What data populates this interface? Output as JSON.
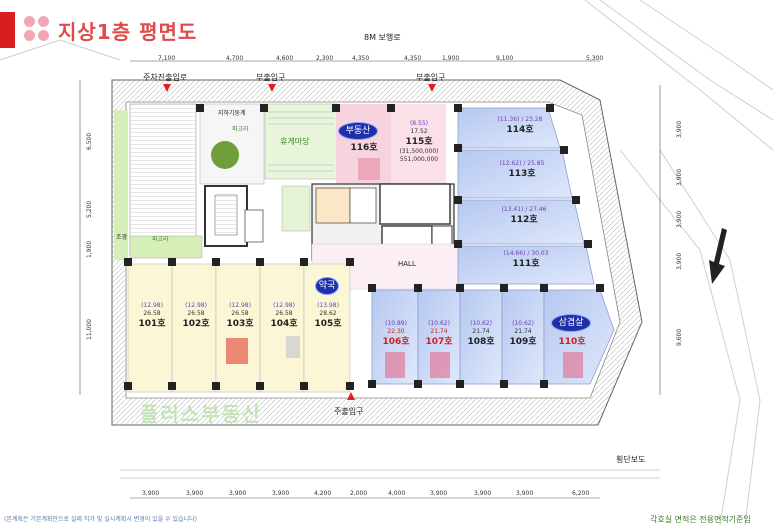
{
  "title": "지상1층 평면도",
  "street_top": "8M 보행로",
  "street_right": "횡단보도",
  "watermark": "플러스부동산",
  "footer_left": "(본계획은 기본계획안으로 실제 허가 및 실시계획시 변경이 있을 수 있습니다)",
  "footer_right": "각호실 면적은 전용면적기준임",
  "entrances": {
    "parking": "주차진출입로",
    "sub_entry_1": "부출입구",
    "sub_entry_2": "부출입구",
    "main_entry": "주출입구"
  },
  "rooms": {
    "hall": "HALL",
    "rest_area": "휴게마당",
    "utility": "지하기둥계",
    "landscape_small": "파고라",
    "landscape_left": "조경",
    "pergola": "파고라"
  },
  "badges": {
    "realestate": "부동산",
    "pharmacy": "약국",
    "restaurant": "삼겹살"
  },
  "units_bottom_left": [
    {
      "area": "(12.98)",
      "area2": "26.58",
      "num": "101호"
    },
    {
      "area": "(12.98)",
      "area2": "26.58",
      "num": "102호"
    },
    {
      "area": "(12.98)",
      "area2": "26.58",
      "num": "103호"
    },
    {
      "area": "(12.98)",
      "area2": "26.58",
      "num": "104호"
    },
    {
      "area": "(13.98)",
      "area2": "28.62",
      "num": "105호"
    }
  ],
  "units_bottom_right": [
    {
      "area": "(10.89)",
      "area2": "22.30",
      "num": "106호"
    },
    {
      "area": "(10.62)",
      "area2": "21.74",
      "num": "107호"
    },
    {
      "area": "(10.62)",
      "area2": "21.74",
      "num": "108호"
    },
    {
      "area": "(10.62)",
      "area2": "21.74",
      "num": "109호"
    },
    {
      "area": "",
      "area2": "",
      "num": "110호"
    }
  ],
  "units_right": [
    {
      "area": "(11.36)",
      "area2": "23.28",
      "num": "114호"
    },
    {
      "area": "(12.62)",
      "area2": "25.85",
      "num": "113호"
    },
    {
      "area": "(13.41)",
      "area2": "27.46",
      "num": "112호"
    },
    {
      "area": "(14.66)",
      "area2": "30.03",
      "num": "111호"
    }
  ],
  "unit_116": {
    "num": "116호"
  },
  "unit_115": {
    "area": "(8.55)",
    "area2": "17.52",
    "num": "115호",
    "price1": "(31,500,000)",
    "price2": "551,000,000"
  },
  "dims_top": [
    "7,100",
    "4,700",
    "4,600",
    "2,300",
    "4,350",
    "4,350",
    "1,900",
    "9,100",
    "5,300"
  ],
  "dims_bottom": [
    "3,900",
    "3,900",
    "3,900",
    "3,900",
    "4,200",
    "2,000",
    "4,000",
    "3,900",
    "3,900",
    "3,900",
    "6,200"
  ],
  "dims_left": [
    "6,500",
    "5,200",
    "1,900",
    "11,000"
  ],
  "dims_right": [
    "3,900",
    "3,900",
    "3,900",
    "3,900",
    "9,600"
  ]
}
